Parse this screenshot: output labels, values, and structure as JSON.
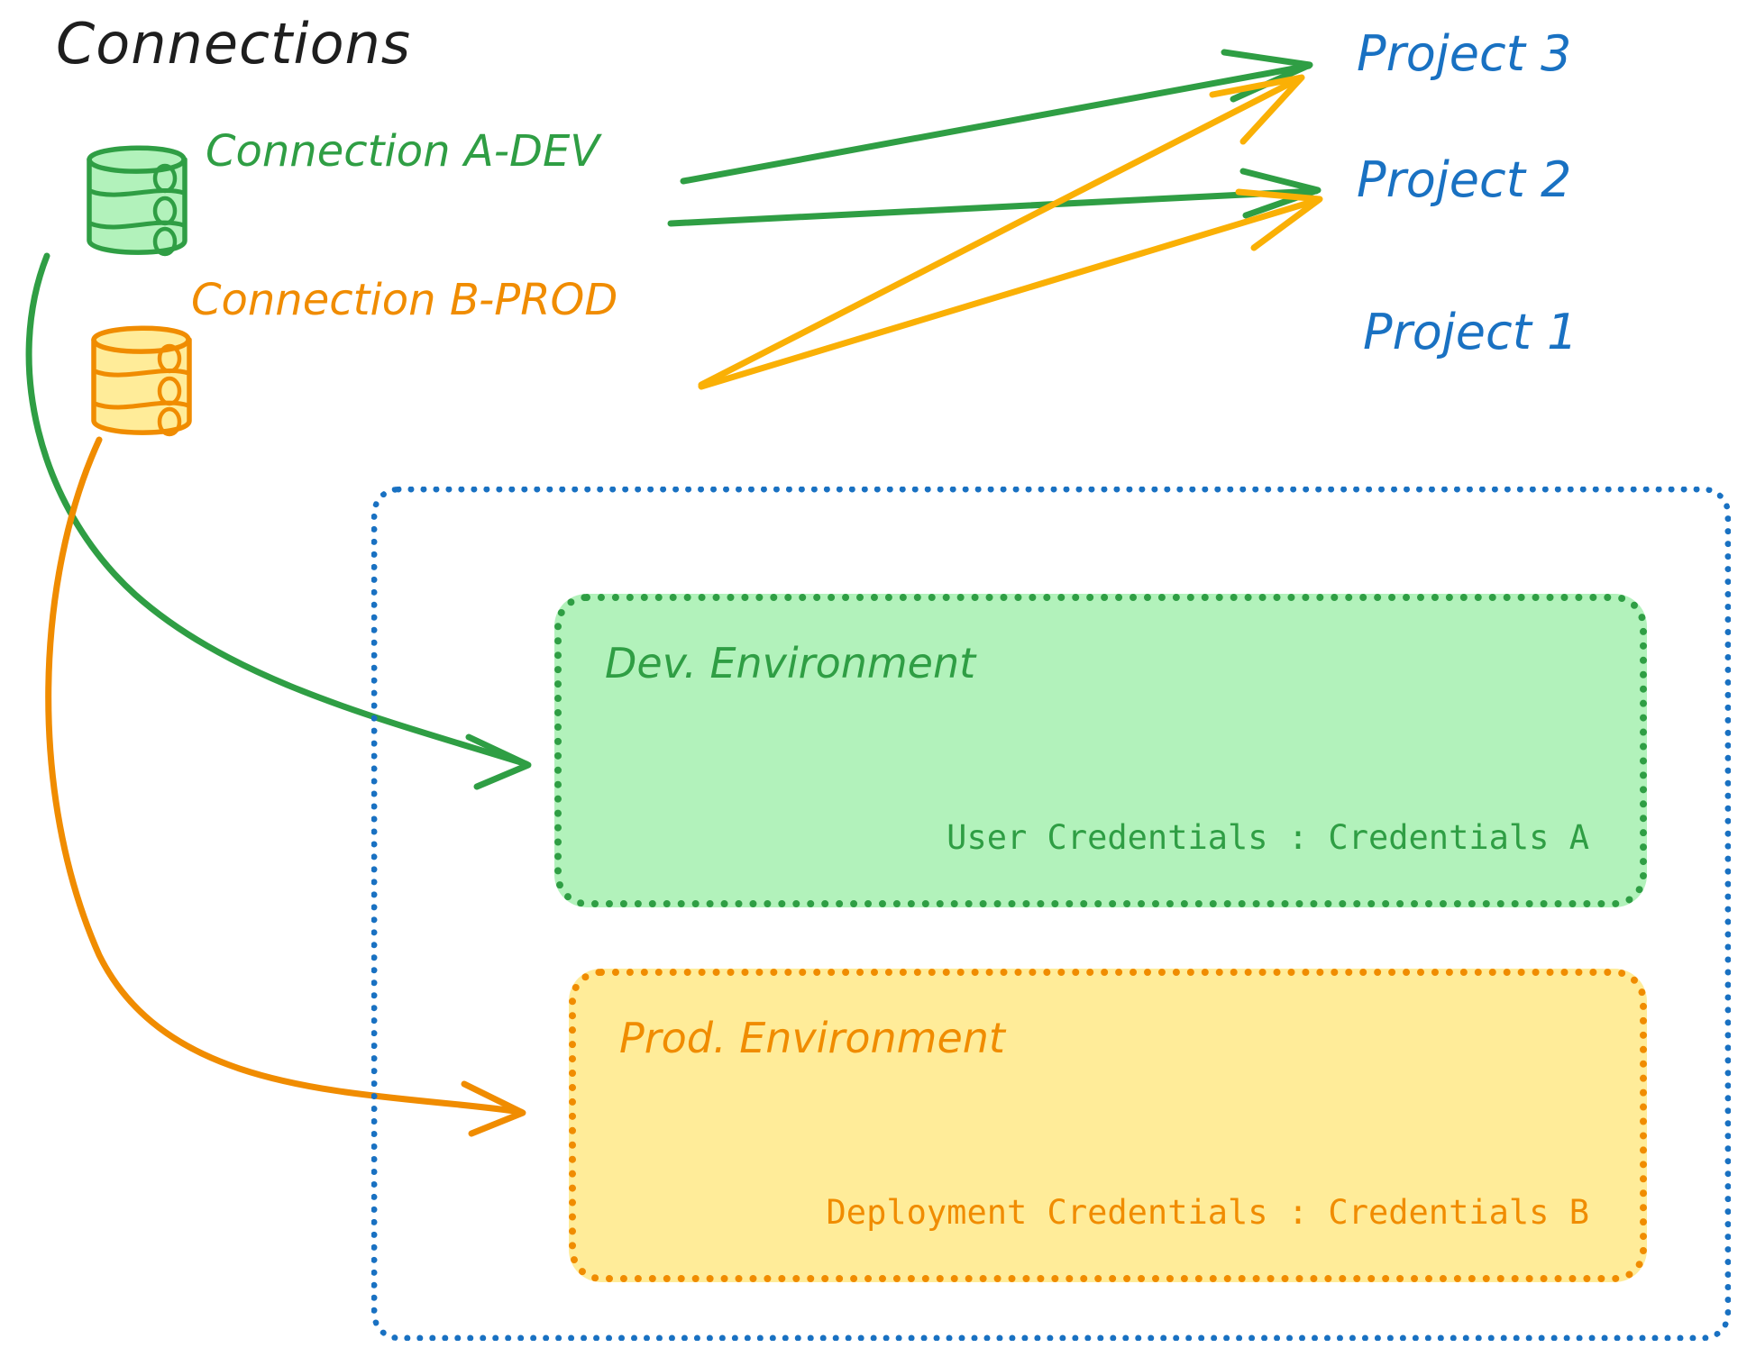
{
  "diagram": {
    "title": "Connections",
    "connections": [
      {
        "id": "conn-a-dev",
        "label": "Connection A-DEV",
        "icon": "database-icon",
        "color": "#2f9e44",
        "fill": "#b2f2bb"
      },
      {
        "id": "conn-b-prod",
        "label": "Connection B-PROD",
        "icon": "database-icon",
        "color": "#f08c00",
        "fill": "#ffec99"
      }
    ],
    "projects": [
      {
        "id": "project-3",
        "label": "Project 3",
        "color": "#1971c2"
      },
      {
        "id": "project-2",
        "label": "Project 2",
        "color": "#1971c2"
      },
      {
        "id": "project-1",
        "label": "Project 1",
        "color": "#1971c2"
      }
    ],
    "environments": [
      {
        "id": "dev-environment",
        "title": "Dev. Environment",
        "credentials_label": "User Credentials",
        "credentials_value": "Credentials A",
        "credentials_text": "User Credentials : Credentials A",
        "stroke": "#2f9e44",
        "fill": "#b2f2bb"
      },
      {
        "id": "prod-environment",
        "title": "Prod. Environment",
        "credentials_label": "Deployment Credentials",
        "credentials_value": "Credentials B",
        "credentials_text": "Deployment Credentials : Credentials B",
        "stroke": "#f08c00",
        "fill": "#ffec99"
      }
    ],
    "edges": [
      {
        "id": "edge-a-to-project3",
        "from": "conn-a-dev",
        "to": "project-3",
        "color": "#2f9e44"
      },
      {
        "id": "edge-a-to-project2",
        "from": "conn-a-dev",
        "to": "project-2",
        "color": "#2f9e44"
      },
      {
        "id": "edge-b-to-project3",
        "from": "conn-b-prod",
        "to": "project-3",
        "color": "#fab005"
      },
      {
        "id": "edge-b-to-project2",
        "from": "conn-b-prod",
        "to": "project-2",
        "color": "#fab005"
      },
      {
        "id": "edge-a-to-dev-env",
        "from": "conn-a-dev",
        "to": "dev-environment",
        "color": "#2f9e44"
      },
      {
        "id": "edge-b-to-prod-env",
        "from": "conn-b-prod",
        "to": "prod-environment",
        "color": "#f08c00"
      }
    ],
    "colors": {
      "green_stroke": "#2f9e44",
      "green_fill": "#b2f2bb",
      "orange_stroke": "#f08c00",
      "orange_fill": "#ffec99",
      "yellow_arrow": "#fab005",
      "blue": "#1971c2",
      "black": "#1e1e1e",
      "background": "#ffffff"
    }
  }
}
